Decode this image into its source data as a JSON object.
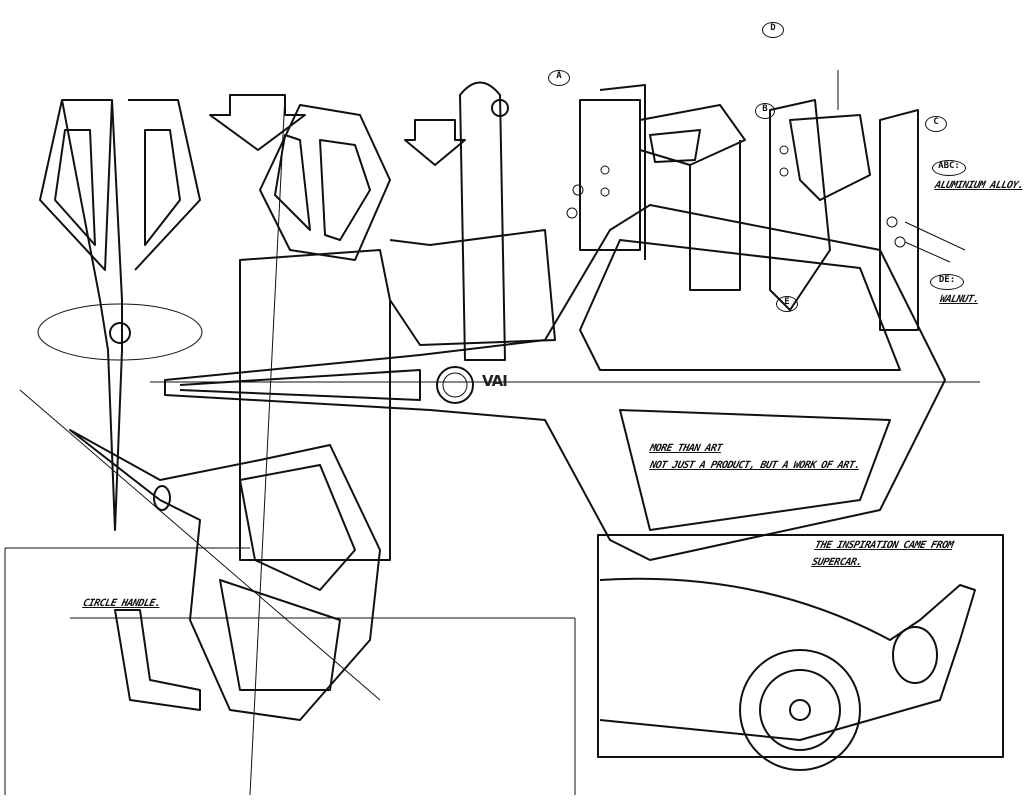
{
  "callouts": {
    "a": "A",
    "b": "B",
    "c": "C",
    "d": "D",
    "e": "E"
  },
  "materials": {
    "abc_tag": "ABC:",
    "abc_material": "ALUMINIUM ALLOY.",
    "de_tag": "DE:",
    "de_material": "WALNUT."
  },
  "blade_note": {
    "line1": "MORE THAN ART",
    "line2": "NOT JUST A PRODUCT, BUT A WORK OF ART."
  },
  "inspiration_note": {
    "line1": "THE INSPIRATION CAME FROM",
    "line2": "SUPERCAR."
  },
  "handle_note": "CIRCLE HANDLE.",
  "logo_text": "VAI"
}
